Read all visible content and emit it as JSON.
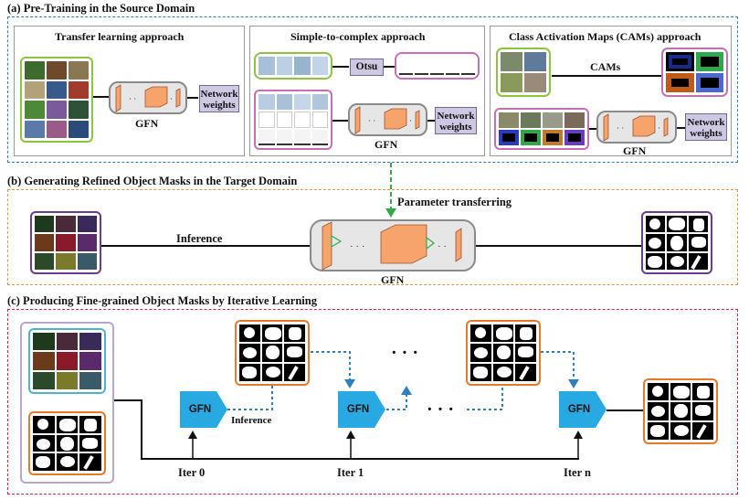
{
  "sections": {
    "a_title": "(a) Pre-Training in the Source Domain",
    "b_title": "(b) Generating Refined Object Masks in the Target Domain",
    "c_title": "(c) Producing Fine-grained Object Masks by Iterative Learning"
  },
  "panel_a": {
    "transfer_title": "Transfer learning approach",
    "simple_title": "Simple-to-complex approach",
    "cam_title": "Class Activation Maps (CAMs) approach",
    "gfn_label": "GFN",
    "network_weights": "Network weights",
    "otsu": "Otsu",
    "cams": "CAMs"
  },
  "panel_b": {
    "inference": "Inference",
    "param_transfer": "Parameter transferring",
    "gfn_label": "GFN"
  },
  "panel_c": {
    "gfn": "GFN",
    "inference": "Inference",
    "iter0": "Iter 0",
    "iter1": "Iter 1",
    "itern": "Iter n",
    "dots": "· · ·"
  },
  "colors": {
    "blue_dashed": "#2e7fc1",
    "orange_dashed": "#e8913a",
    "red_dashed": "#d9233b",
    "green_frame": "#8cc63f",
    "pink_frame": "#c66fb7",
    "purple_frame": "#6a3b90",
    "orange_frame": "#e57a2b",
    "teal_frame": "#4fb3d0",
    "gfn_blue": "#29a9e1",
    "layer_orange": "#f6a46b",
    "weights_fill": "#cfc8e3"
  }
}
